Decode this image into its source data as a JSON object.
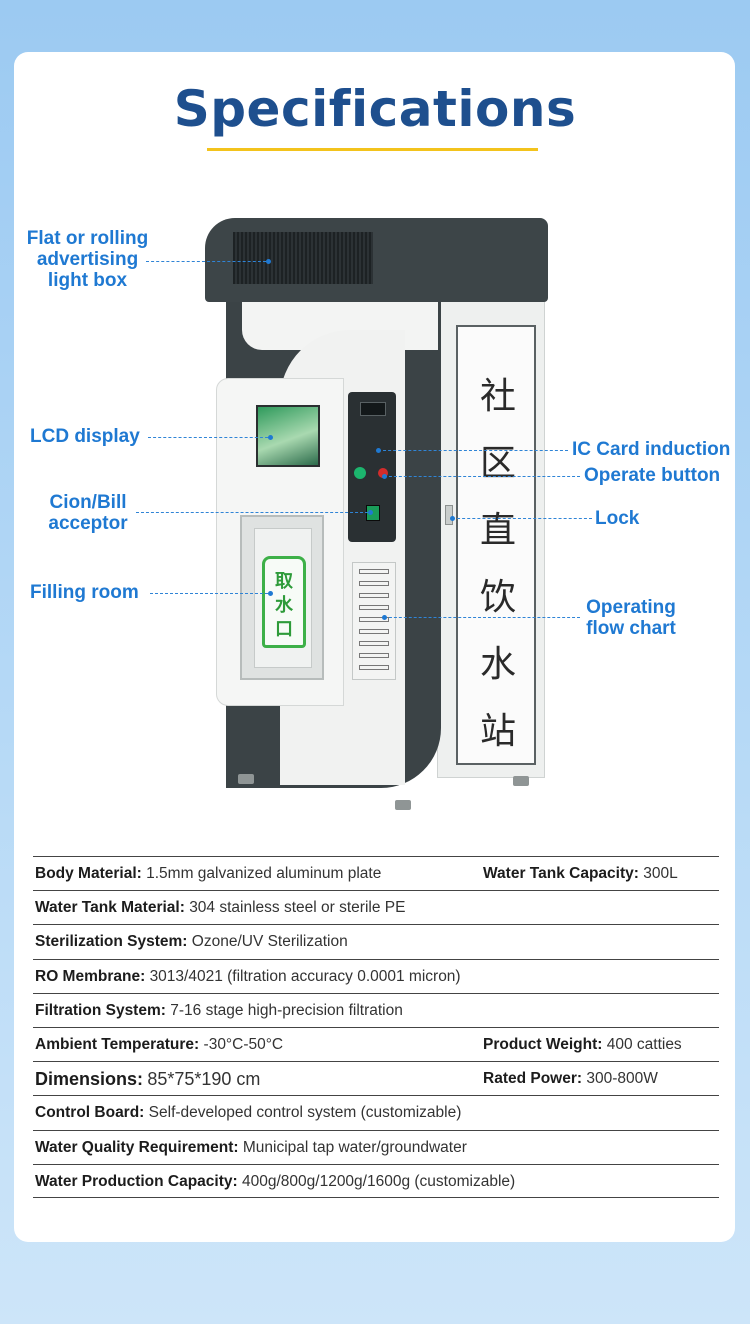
{
  "page": {
    "title": "Specifications"
  },
  "machine": {
    "side_panel_chars": [
      "社",
      "区",
      "直",
      "饮",
      "水",
      "站"
    ],
    "filling_label_chars": [
      "取",
      "水",
      "口"
    ]
  },
  "callouts": {
    "lightbox": [
      "Flat or rolling",
      "advertising",
      "light box"
    ],
    "lcd": "LCD display",
    "acceptor": [
      "Cion/Bill",
      "acceptor"
    ],
    "filling": "Filling room",
    "ic_card": "IC Card induction",
    "operate": "Operate button",
    "lock": "Lock",
    "flow": [
      "Operating",
      "flow chart"
    ]
  },
  "specs": [
    {
      "label": "Body Material:",
      "value": "1.5mm galvanized aluminum plate",
      "label2": "Water Tank Capacity:",
      "value2": "300L"
    },
    {
      "label": "Water Tank Material:",
      "value": "304 stainless steel or sterile PE"
    },
    {
      "label": "Sterilization System:",
      "value": "Ozone/UV Sterilization"
    },
    {
      "label": "RO Membrane:",
      "value": "3013/4021 (filtration accuracy 0.0001 micron)"
    },
    {
      "label": "Filtration System:",
      "value": "7-16 stage high-precision filtration"
    },
    {
      "label": "Ambient Temperature:",
      "value": "-30°C-50°C",
      "label2": "Product Weight:",
      "value2": "400 catties"
    },
    {
      "label": "Dimensions:",
      "value": "85*75*190 cm",
      "label2": "Rated Power:",
      "value2": "300-800W"
    },
    {
      "label": "Control Board:",
      "value": "Self-developed control system (customizable)"
    },
    {
      "label": "Water Quality Requirement:",
      "value": "Municipal tap water/groundwater"
    },
    {
      "label": "Water Production Capacity:",
      "value": "400g/800g/1200g/1600g (customizable)"
    }
  ]
}
